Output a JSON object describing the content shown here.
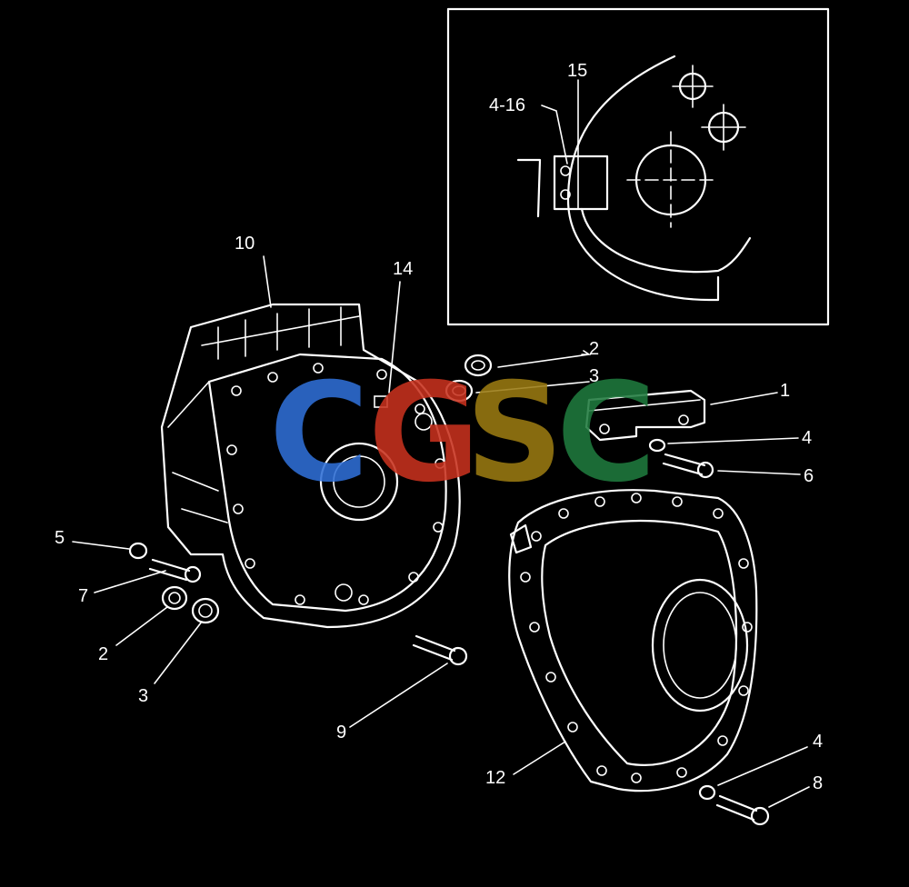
{
  "callouts": [
    {
      "id": "inset-4-16",
      "text": "4-16"
    },
    {
      "id": "inset-15",
      "text": "15"
    },
    {
      "id": "c10",
      "text": "10"
    },
    {
      "id": "c14",
      "text": "14"
    },
    {
      "id": "c2a",
      "text": "2"
    },
    {
      "id": "c3a",
      "text": "3"
    },
    {
      "id": "c1",
      "text": "1"
    },
    {
      "id": "c4a",
      "text": "4"
    },
    {
      "id": "c6",
      "text": "6"
    },
    {
      "id": "c5",
      "text": "5"
    },
    {
      "id": "c7",
      "text": "7"
    },
    {
      "id": "c2b",
      "text": "2"
    },
    {
      "id": "c3b",
      "text": "3"
    },
    {
      "id": "c9",
      "text": "9"
    },
    {
      "id": "c12",
      "text": "12"
    },
    {
      "id": "c4b",
      "text": "4"
    },
    {
      "id": "c8",
      "text": "8"
    }
  ],
  "watermark": {
    "letters": [
      "C",
      "G",
      "S",
      "C"
    ],
    "colors": [
      "#2f6fd6",
      "#c8321e",
      "#9a7a12",
      "#1f7a3e"
    ]
  }
}
